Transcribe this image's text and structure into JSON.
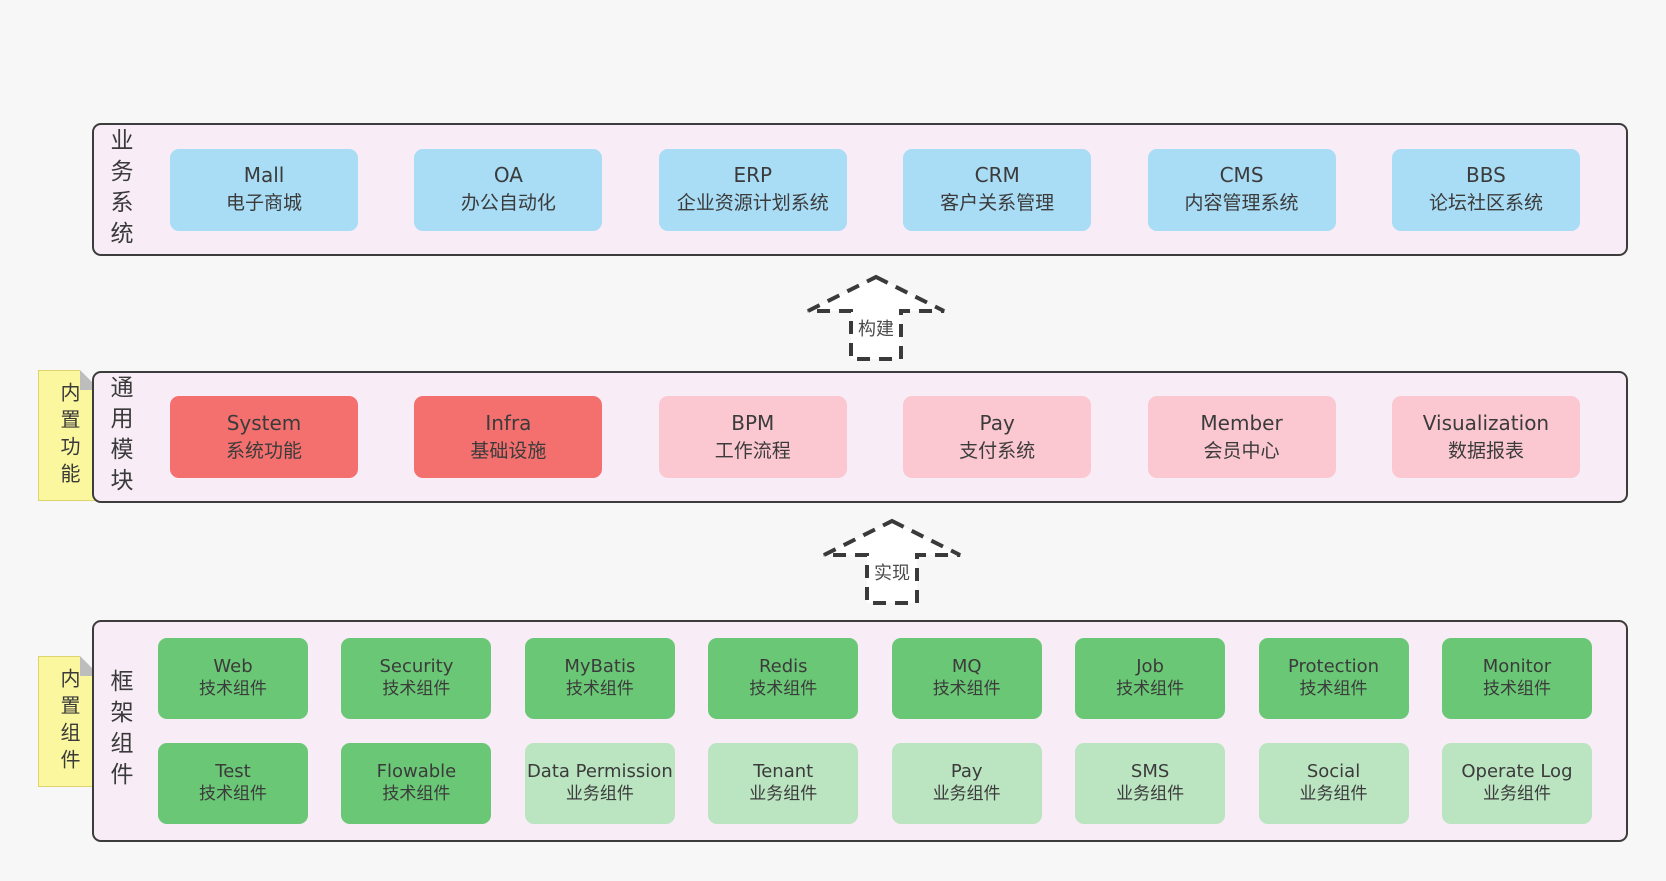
{
  "colors": {
    "page_bg": "#f7f7f7",
    "band_bg": "#f8edf6",
    "band_border": "#3c3c3c",
    "blue_box": "#a9dcf5",
    "red_box": "#f3706f",
    "pink_box": "#fbc8d1",
    "green_box": "#69c775",
    "light_green_box": "#bbe4c1",
    "note_bg": "#fbf79f",
    "text": "#3b3b3b"
  },
  "bands": [
    {
      "label": "业务系统",
      "boxes": [
        {
          "name": "Mall",
          "desc": "电子商城"
        },
        {
          "name": "OA",
          "desc": "办公自动化"
        },
        {
          "name": "ERP",
          "desc": "企业资源计划系统"
        },
        {
          "name": "CRM",
          "desc": "客户关系管理"
        },
        {
          "name": "CMS",
          "desc": "内容管理系统"
        },
        {
          "name": "BBS",
          "desc": "论坛社区系统"
        }
      ]
    },
    {
      "label": "通用模块",
      "note": "内置功能",
      "boxes": [
        {
          "name": "System",
          "desc": "系统功能"
        },
        {
          "name": "Infra",
          "desc": "基础设施"
        },
        {
          "name": "BPM",
          "desc": "工作流程"
        },
        {
          "name": "Pay",
          "desc": "支付系统"
        },
        {
          "name": "Member",
          "desc": "会员中心"
        },
        {
          "name": "Visualization",
          "desc": "数据报表"
        }
      ]
    },
    {
      "label": "框架组件",
      "note": "内置组件",
      "rows": [
        [
          {
            "name": "Web",
            "desc": "技术组件"
          },
          {
            "name": "Security",
            "desc": "技术组件"
          },
          {
            "name": "MyBatis",
            "desc": "技术组件"
          },
          {
            "name": "Redis",
            "desc": "技术组件"
          },
          {
            "name": "MQ",
            "desc": "技术组件"
          },
          {
            "name": "Job",
            "desc": "技术组件"
          },
          {
            "name": "Protection",
            "desc": "技术组件"
          },
          {
            "name": "Monitor",
            "desc": "技术组件"
          }
        ],
        [
          {
            "name": "Test",
            "desc": "技术组件"
          },
          {
            "name": "Flowable",
            "desc": "技术组件"
          },
          {
            "name": "Data Permission",
            "desc": "业务组件"
          },
          {
            "name": "Tenant",
            "desc": "业务组件"
          },
          {
            "name": "Pay",
            "desc": "业务组件"
          },
          {
            "name": "SMS",
            "desc": "业务组件"
          },
          {
            "name": "Social",
            "desc": "业务组件"
          },
          {
            "name": "Operate Log",
            "desc": "业务组件"
          }
        ]
      ]
    }
  ],
  "arrows": [
    {
      "label": "构建"
    },
    {
      "label": "实现"
    }
  ]
}
